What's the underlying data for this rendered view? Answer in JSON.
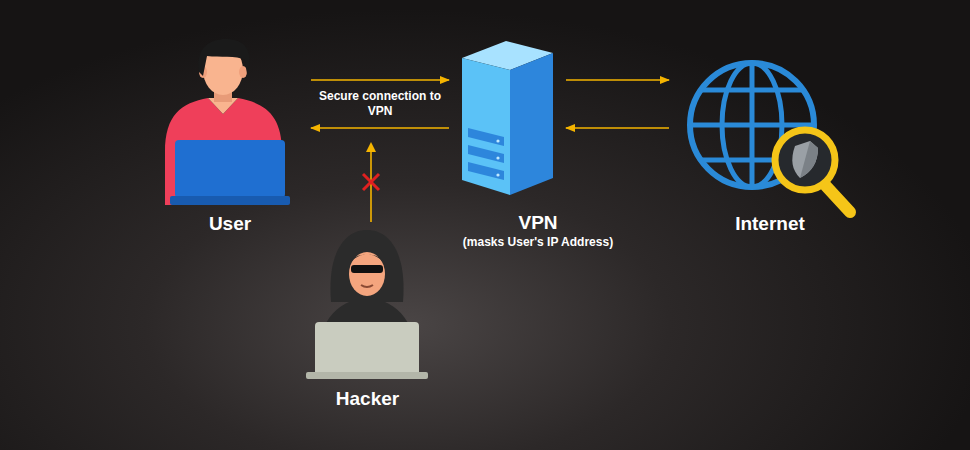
{
  "diagram": {
    "nodes": [
      {
        "text": [
          "User"
        ]
      },
      {
        "text": [
          "VPN",
          "(masks User's IP Address)"
        ]
      },
      {
        "text": [
          "Internet"
        ]
      },
      {
        "text": [
          "Hacker"
        ]
      }
    ],
    "edges": [
      {
        "from": 0,
        "to": 1,
        "label": "Secure connection to VPN",
        "arrow": "to"
      },
      {
        "from": 1,
        "to": 0,
        "arrow": "to"
      },
      {
        "from": 1,
        "to": 2,
        "arrow": "to"
      },
      {
        "from": 2,
        "to": 1,
        "arrow": "to"
      }
    ]
  }
}
